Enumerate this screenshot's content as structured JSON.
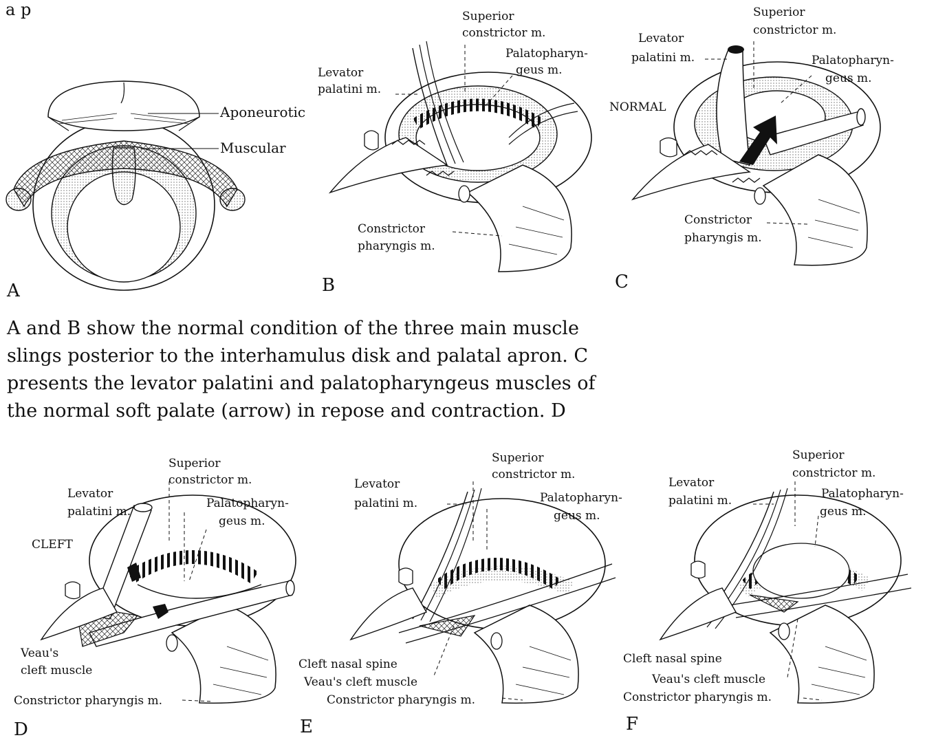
{
  "page_fragment": "a p",
  "panels": {
    "A": {
      "tag": "A",
      "labels": {
        "aponeurotic": "Aponeurotic",
        "muscular": "Muscular"
      }
    },
    "B": {
      "tag": "B",
      "labels": {
        "superior": "Superior",
        "constrictor": "constrictor m.",
        "levator": "Levator",
        "palatini": "palatini m.",
        "palatopharyn": "Palatopharyn-",
        "geus": "geus m.",
        "constrictor2": "Constrictor",
        "pharyngis": "pharyngis m."
      }
    },
    "C": {
      "tag": "C",
      "labels": {
        "superior": "Superior",
        "constrictor": "constrictor m.",
        "levator": "Levator",
        "palatini": "palatini m.",
        "palatopharyn": "Palatopharyn-",
        "geus": "geus m.",
        "normal": "NORMAL",
        "constrictor2": "Constrictor",
        "pharyngis": "pharyngis m."
      }
    },
    "D": {
      "tag": "D",
      "labels": {
        "superior": "Superior",
        "constrictor": "constrictor m.",
        "levator": "Levator",
        "palatini": "palatini m.",
        "palatopharyn": "Palatopharyn-",
        "geus": "geus m.",
        "cleft": "CLEFT",
        "veaus": "Veau's",
        "cleftmuscle": "cleft muscle",
        "constrictorph": "Constrictor pharyngis m."
      }
    },
    "E": {
      "tag": "E",
      "labels": {
        "superior": "Superior",
        "constrictor": "constrictor m.",
        "levator": "Levator",
        "palatini": "palatini m.",
        "palatopharyn": "Palatopharyn-",
        "geus": "geus m.",
        "spine": "Cleft nasal spine",
        "veau": "Veau's cleft muscle",
        "constrictorph": "Constrictor pharyngis m."
      }
    },
    "F": {
      "tag": "F",
      "labels": {
        "superior": "Superior",
        "constrictor": "constrictor m.",
        "levator": "Levator",
        "palatini": "palatini m.",
        "palatopharyn": "Palatopharyn-",
        "geus": "geus m.",
        "spine": "Cleft nasal spine",
        "veau": "Veau's cleft muscle",
        "constrictorph": "Constrictor pharyngis m."
      }
    }
  },
  "caption": [
    "A and B show the normal condition of the three main muscle",
    "slings posterior to the interhamulus disk and palatal apron. C",
    "presents the levator palatini and palatopharyngeus muscles of",
    "the normal soft palate (arrow) in repose and contraction. D"
  ]
}
